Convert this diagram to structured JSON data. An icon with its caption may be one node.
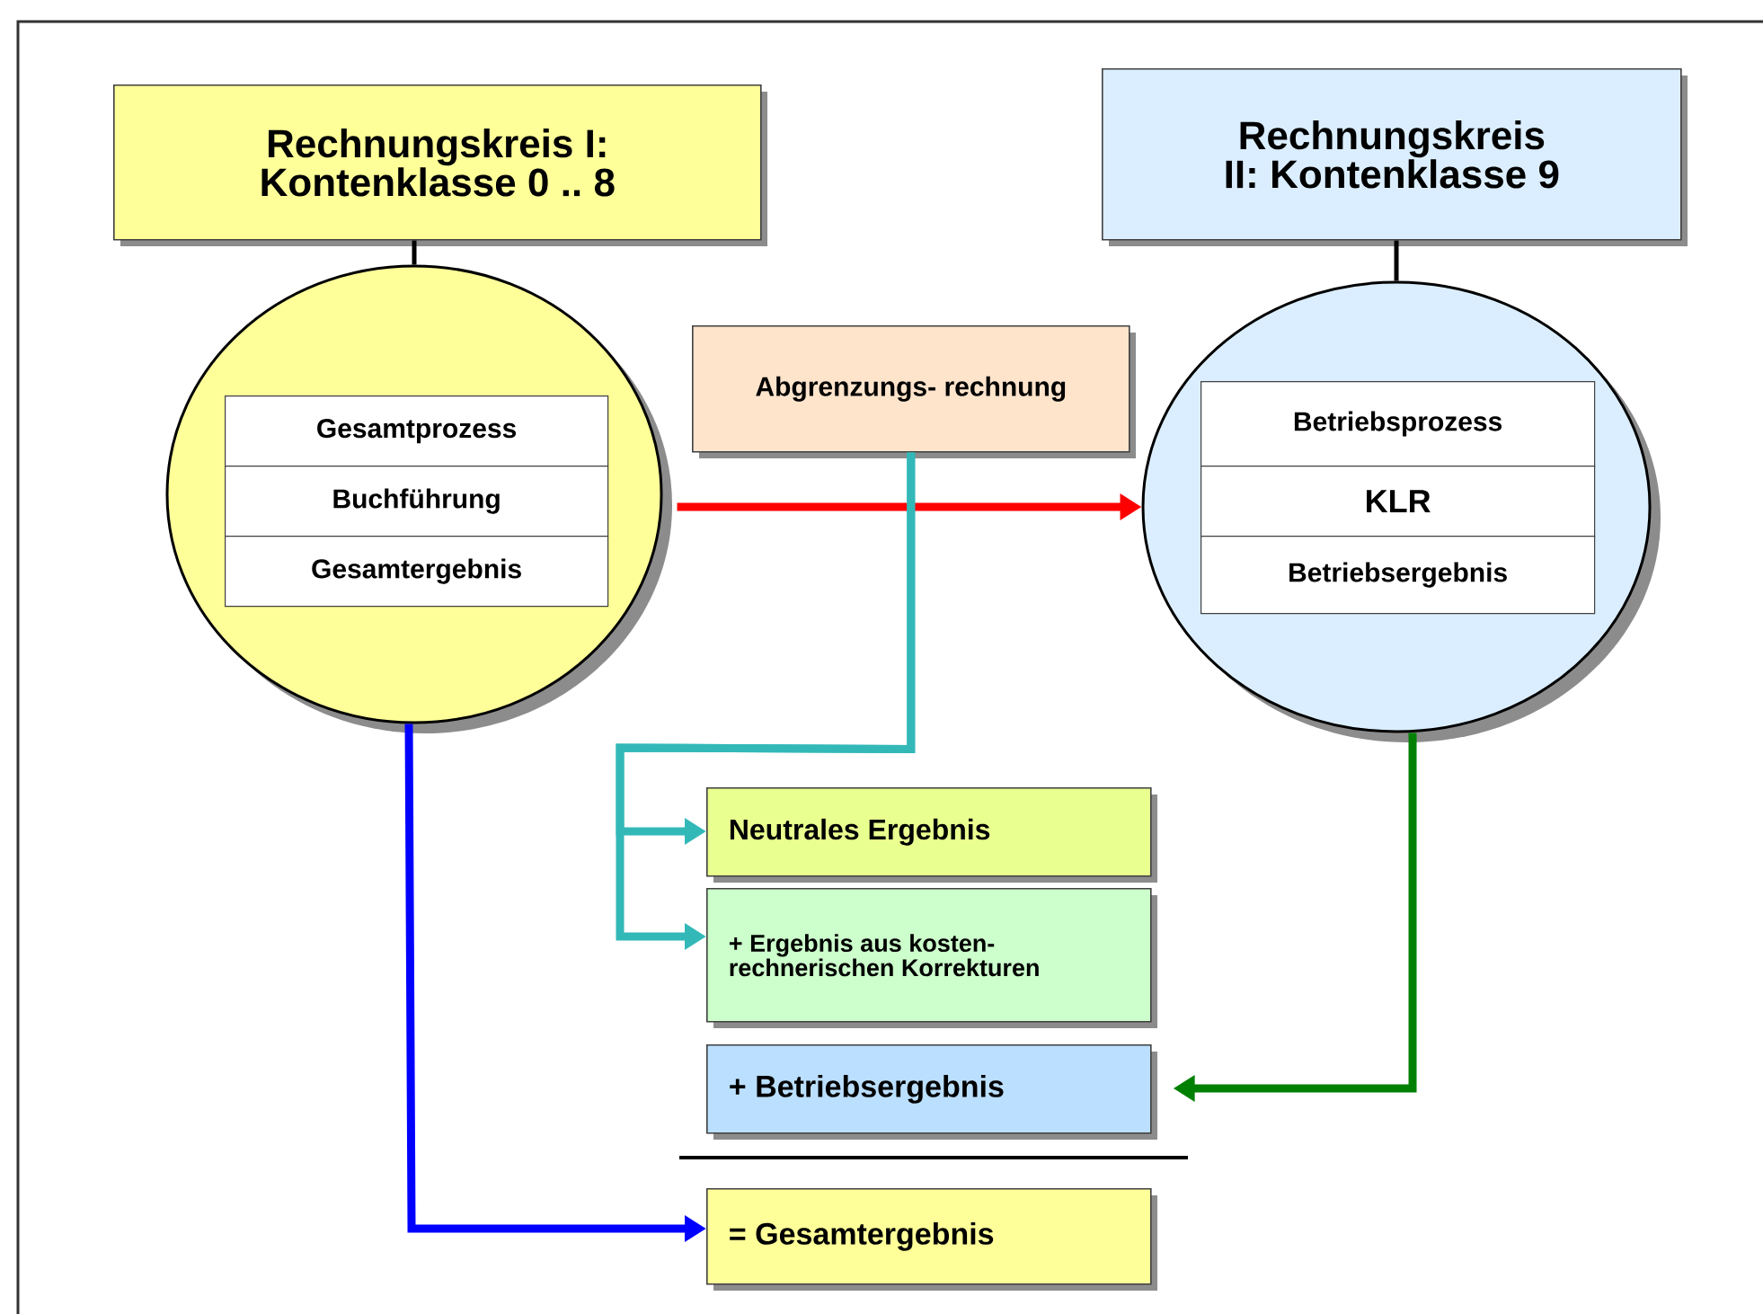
{
  "diagram": {
    "nodes": [
      {
        "text": [
          "Rechnungskreis I: Kontenklasse 0 .. 8"
        ]
      },
      {
        "text": [
          "Rechnungskreis II: Kontenklasse 9"
        ]
      },
      {
        "text": [],
        "shape": "circle"
      },
      {
        "text": [
          "Gesamtprozess"
        ],
        "in": 2
      },
      {
        "text": [
          "Buchführung"
        ],
        "in": 2
      },
      {
        "text": [
          "Gesamtergebnis"
        ],
        "in": 2
      },
      {
        "text": [
          "Abgrenzungs- rechnung"
        ]
      },
      {
        "text": [],
        "shape": "circle"
      },
      {
        "text": [
          "Betriebsprozess"
        ],
        "in": 7
      },
      {
        "text": [
          "KLR"
        ],
        "in": 7
      },
      {
        "text": [
          "Betriebsergebnis"
        ],
        "in": 7
      },
      {
        "text": [
          "Neutrales Ergebnis"
        ]
      },
      {
        "text": [
          "+ Ergebnis aus kosten- rechnerischen Korrekturen"
        ]
      },
      {
        "text": [
          "+ Betriebsergebnis"
        ]
      },
      {
        "text": [
          "= Gesamtergebnis"
        ]
      }
    ],
    "edges": [
      {
        "from": 0,
        "to": 2,
        "arrow": "none"
      },
      {
        "from": 1,
        "to": 7,
        "arrow": "none"
      },
      {
        "from": 2,
        "to": 7,
        "arrow": "to",
        "color": "#ff0000"
      },
      {
        "from": 6,
        "to": 11,
        "arrow": "to",
        "color": "#33b8b8"
      },
      {
        "from": 6,
        "to": 12,
        "arrow": "to",
        "color": "#33b8b8"
      },
      {
        "from": 7,
        "to": 13,
        "arrow": "to",
        "color": "#008000"
      },
      {
        "from": 2,
        "to": 14,
        "arrow": "to",
        "color": "#0000ff"
      }
    ]
  }
}
